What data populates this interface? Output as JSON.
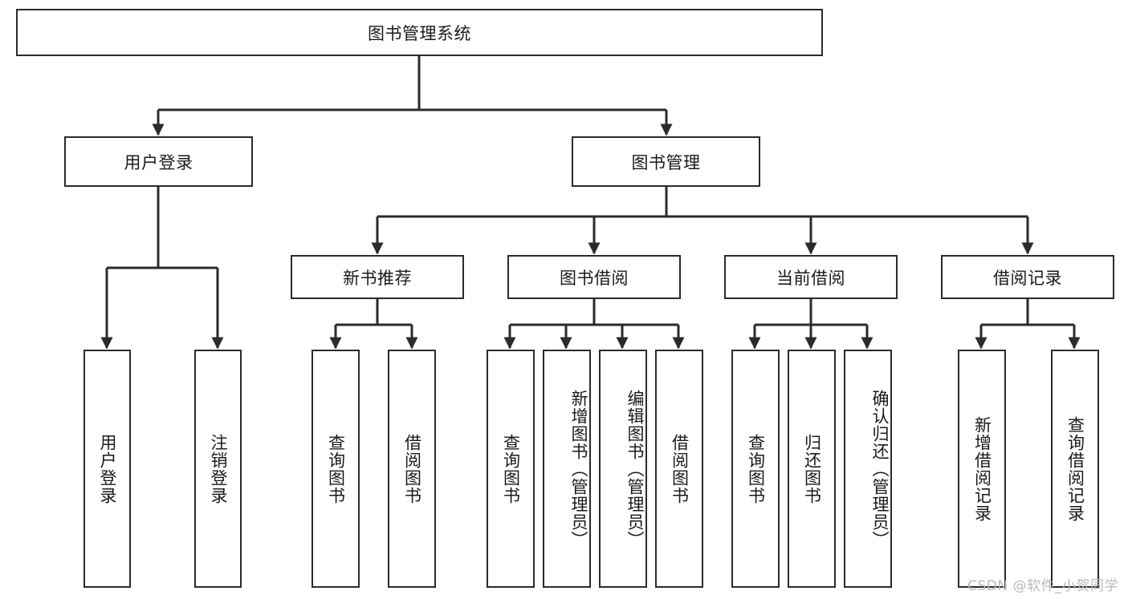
{
  "diagram": {
    "title": "图书管理系统",
    "type": "tree-hierarchy",
    "root": {
      "label": "图书管理系统"
    },
    "level1": [
      {
        "label": "用户登录"
      },
      {
        "label": "图书管理"
      }
    ],
    "level2": [
      {
        "label": "新书推荐",
        "parent": "图书管理"
      },
      {
        "label": "图书借阅",
        "parent": "图书管理"
      },
      {
        "label": "当前借阅",
        "parent": "图书管理"
      },
      {
        "label": "借阅记录",
        "parent": "图书管理"
      }
    ],
    "leaves": {
      "user_login": [
        {
          "label": "用户登录"
        },
        {
          "label": "注销登录"
        }
      ],
      "new_book_recommend": [
        {
          "label": "查询图书"
        },
        {
          "label": "借阅图书"
        }
      ],
      "book_borrow": [
        {
          "label": "查询图书"
        },
        {
          "label": "新增图书（管理员）"
        },
        {
          "label": "编辑图书（管理员）"
        },
        {
          "label": "借阅图书"
        }
      ],
      "current_borrow": [
        {
          "label": "查询图书"
        },
        {
          "label": "归还图书"
        },
        {
          "label": "确认归还（管理员）"
        }
      ],
      "borrow_record": [
        {
          "label": "新增借阅记录"
        },
        {
          "label": "查询借阅记录"
        }
      ]
    }
  },
  "watermark": {
    "text": "CSDN @软件_小贺同学"
  },
  "colors": {
    "box_border": "#2b2b2b",
    "box_fill": "#ffffff",
    "line": "#2b2b2b",
    "text": "#1a1a1a",
    "watermark": "#b9b9b9",
    "background": "#ffffff"
  }
}
